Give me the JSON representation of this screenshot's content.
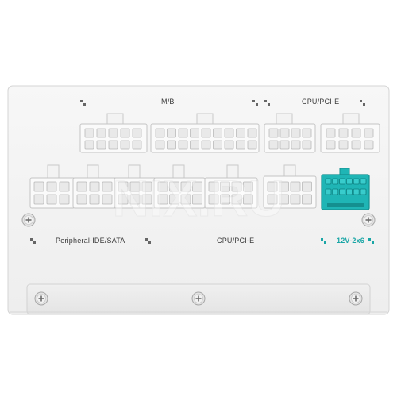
{
  "labels": {
    "mb": "M/B",
    "cpu_pcie_top": "CPU/PCI-E",
    "peripheral": "Peripheral-IDE/SATA",
    "cpu_pcie_bottom": "CPU/PCI-E",
    "hpwr": "12V-2x6"
  },
  "watermark": "NIX.RU",
  "colors": {
    "panel": "#f5f5f5",
    "connector_body": "#fafafa",
    "socket_hole": "#d7d7d7",
    "accent": "#1fb5b5",
    "text": "#3d3d3d"
  },
  "icons": {
    "screws": "phillips-screw-icon",
    "pin_marks": "pin-marker-icon"
  }
}
